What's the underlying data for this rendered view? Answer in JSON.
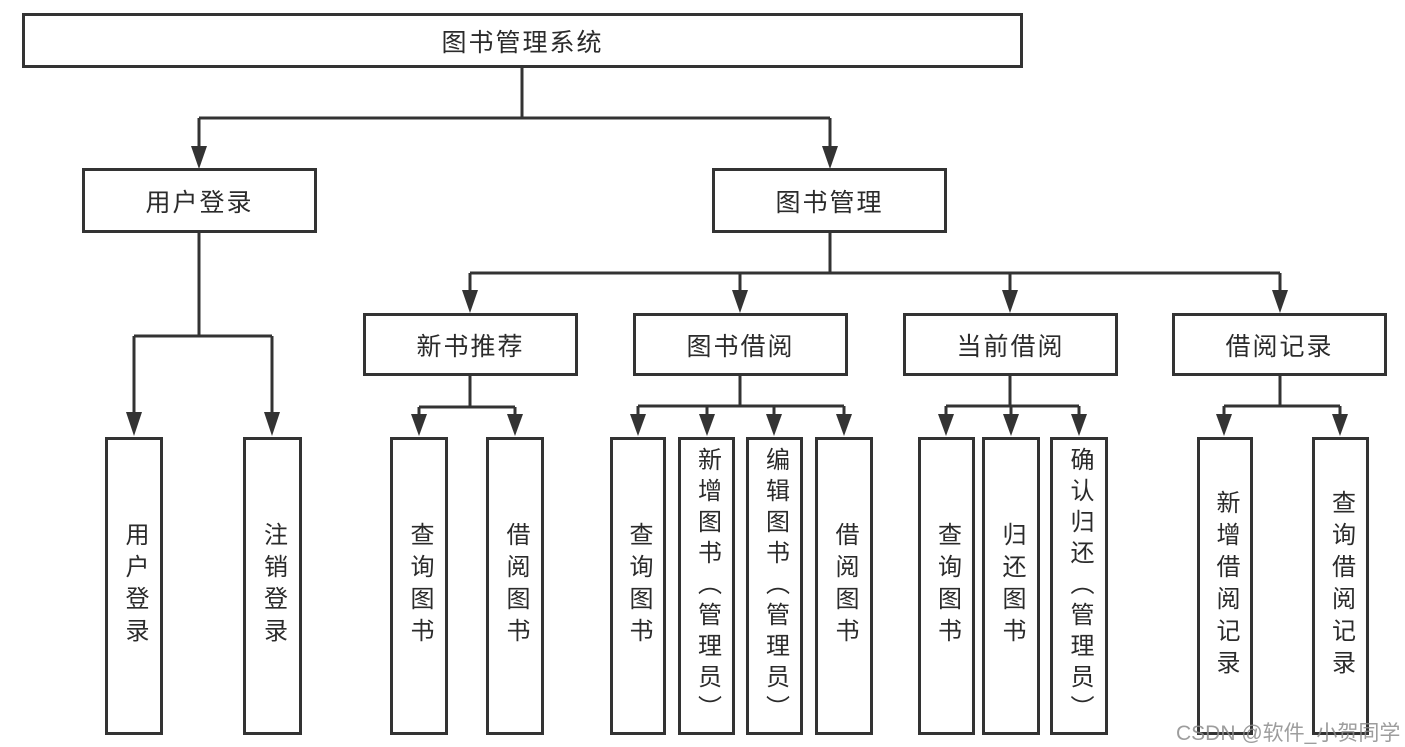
{
  "colors": {
    "line": "#333333",
    "text": "#2b2b2b",
    "box_bg": "#ffffff",
    "bg": "#ffffff",
    "watermark": "#8c8c8c"
  },
  "nodes": {
    "root": "图书管理系统",
    "user_login": "用户登录",
    "book_management": "图书管理",
    "new_book_recommend": "新书推荐",
    "book_borrowing": "图书借阅",
    "current_borrowing": "当前借阅",
    "borrowing_records": "借阅记录"
  },
  "leaves": {
    "user_login_leaf": "用户登录",
    "logout_leaf": "注销登录",
    "nb_query_books": "查询图书",
    "nb_borrow_books": "借阅图书",
    "bb_query_books": "查询图书",
    "bb_add_books_admin": "新增图书（管理员）",
    "bb_edit_books_admin": "编辑图书（管理员）",
    "bb_borrow_books": "借阅图书",
    "cb_query_books": "查询图书",
    "cb_return_books": "归还图书",
    "cb_confirm_return_admin": "确认归还（管理员）",
    "br_add_record": "新增借阅记录",
    "br_query_record": "查询借阅记录"
  },
  "watermark": "CSDN @软件_小贺同学"
}
